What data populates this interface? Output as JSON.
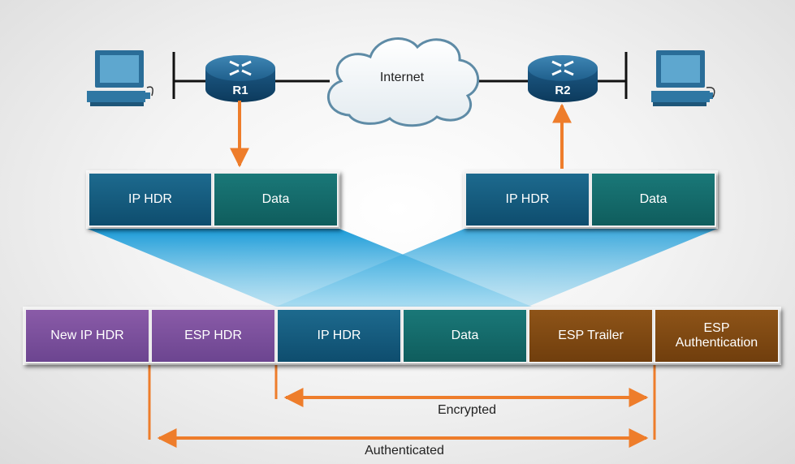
{
  "network": {
    "router_left": "R1",
    "router_right": "R2",
    "cloud": "Internet"
  },
  "original_packet": {
    "fields": [
      "IP HDR",
      "Data"
    ]
  },
  "esp_packet": {
    "fields": [
      "New IP HDR",
      "ESP HDR",
      "IP HDR",
      "Data",
      "ESP Trailer",
      "ESP Authentication"
    ]
  },
  "ranges": {
    "encrypted": "Encrypted",
    "authenticated": "Authenticated"
  },
  "colors": {
    "arrow": "#ee7d2b",
    "ip_hdr": "#14597d",
    "data": "#136a6a",
    "new_ip_hdr": "#7b509c",
    "esp_hdr": "#7b509c",
    "esp_trailer": "#7e4812",
    "esp_auth": "#7e4812",
    "funnel": "#2aa7dc"
  },
  "icons": [
    "pc-icon",
    "router-icon",
    "cloud-icon"
  ]
}
